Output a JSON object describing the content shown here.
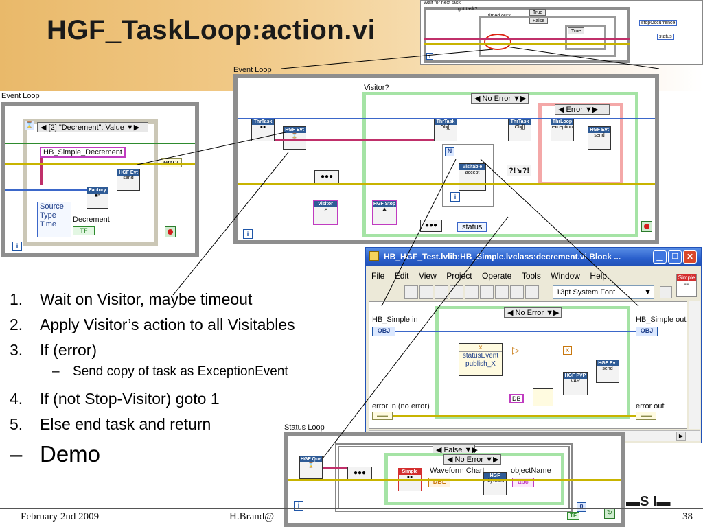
{
  "slide": {
    "title": "HGF_TaskLoop:action.vi",
    "steps": [
      {
        "num": "1.",
        "text": "Wait on Visitor, maybe timeout"
      },
      {
        "num": "2.",
        "text": "Apply Visitor’s action to all Visitables"
      },
      {
        "num": "3.",
        "text": "If (error)"
      },
      {
        "num": "4.",
        "text": "If (not Stop-Visitor) goto 1"
      },
      {
        "num": "5.",
        "text": "Else end task and return"
      }
    ],
    "substep": {
      "dash": "–",
      "text": "Send copy of task as ExceptionEvent"
    },
    "demo": {
      "dash": "–",
      "text": "Demo"
    },
    "footer": {
      "date": "February 2nd 2009",
      "author": "H.Brand@",
      "page": "38"
    }
  },
  "thumbnail": {
    "labels": {
      "wait": "Wait for next task",
      "gottask": "got task?",
      "timedout": "timed out?",
      "true1": "True",
      "false1": "False",
      "stop": "stopOccurrence",
      "status": "status",
      "true2": "True"
    }
  },
  "event_loop_small": {
    "label": "Event Loop",
    "case_index": "[2]",
    "case_value": "\"Decrement\": Value",
    "class_name": "HB_Simple_Decrement",
    "error_label": "error",
    "factory": "Factory",
    "hgf_evt": "HGF Evt",
    "send": "send",
    "cluster_items": [
      "Source",
      "Type",
      "Time"
    ],
    "decrement": "Decrement",
    "tf": "TF"
  },
  "event_loop_large": {
    "label": "Event Loop",
    "visitor_label": "Visitor?",
    "no_error": "No Error",
    "error": "Error",
    "thr_task": "ThrTask",
    "hgf_evt": "HGF Evt",
    "obj_array": "Obj[]",
    "visitable": "Visitable",
    "accept": "accept",
    "exception": "exception",
    "send": "send",
    "visitor_node": "Visitor",
    "hgf_stop": "HGF Stop",
    "status": "status",
    "thr_loop": "ThrLoop",
    "n": "N",
    "i": "i"
  },
  "block_window": {
    "title": "HB_HGF_Test.lvlib:HB_Simple.lvclass:decrement.vi Block ...",
    "menu": [
      "File",
      "Edit",
      "View",
      "Project",
      "Operate",
      "Tools",
      "Window",
      "Help"
    ],
    "font": "13pt System Font",
    "simple": "Simple",
    "dashes": "--",
    "hb_in": "HB_Simple in",
    "hb_out": "HB_Simple out",
    "obj": "OBJ",
    "no_error": "No Error",
    "x": "x",
    "status_event": "statusEvent",
    "publish": "publish_X",
    "hgf_evt": "HGF Evt",
    "send": "send",
    "hgf_pvp": "HGF PVP",
    "var": "VAR",
    "db": "DB",
    "error_in": "error in (no error)",
    "error_out": "error out"
  },
  "status_loop": {
    "label": "Status Loop",
    "false": "False",
    "no_error": "No Error",
    "waveform": "Waveform Chart",
    "object_name": "objectName",
    "hgf_que": "HGF Que",
    "simple": "Simple",
    "dbl": "DBL",
    "hgf_base": "HGF Base",
    "name": "Name",
    "obj": "Obj",
    "abc": "abc",
    "zero": "0",
    "tf": "TF"
  },
  "colors": {
    "accent": "#2e5b96",
    "error_wire": "#c0306a",
    "case_green": "#a5e3a5",
    "case_red": "#f4a8a8"
  }
}
